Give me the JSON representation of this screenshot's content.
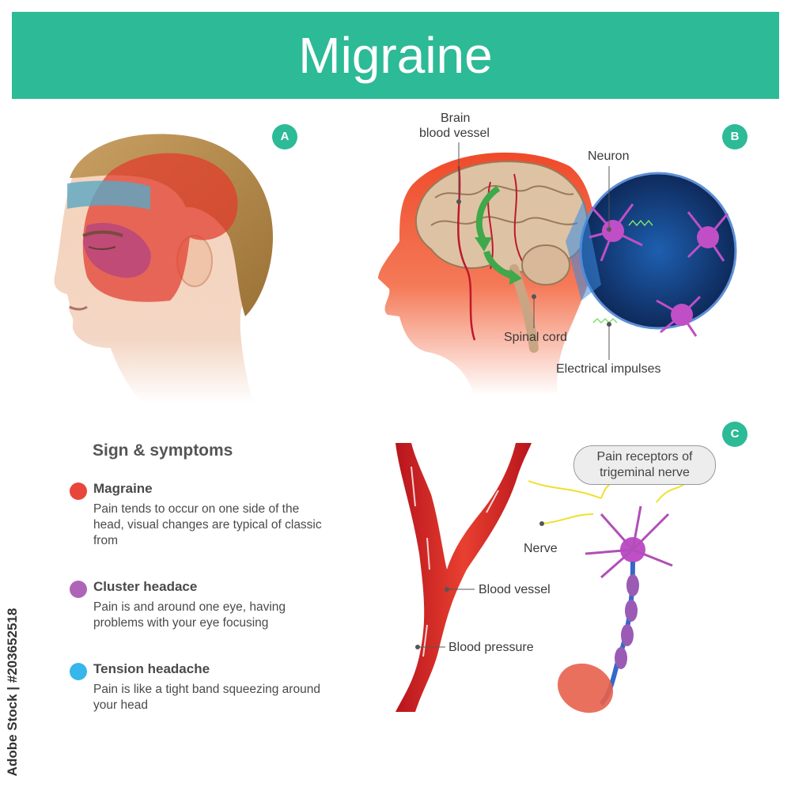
{
  "header": {
    "title": "Migraine",
    "accent_color": "#2dba96"
  },
  "panels": {
    "a_badge": "A",
    "b_badge": "B",
    "c_badge": "C"
  },
  "panel_b": {
    "brain_vessel_label_line1": "Brain",
    "brain_vessel_label_line2": "blood vessel",
    "neuron_label": "Neuron",
    "spinal_cord_label": "Spinal cord",
    "electrical_impulses_label": "Electrical impulses"
  },
  "panel_c": {
    "pain_receptors_line1": "Pain receptors of",
    "pain_receptors_line2": "trigeminal nerve",
    "nerve_label": "Nerve",
    "blood_vessel_label": "Blood vessel",
    "blood_pressure_label": "Blood pressure"
  },
  "symptoms": {
    "heading": "Sign & symptoms",
    "items": [
      {
        "name": "Magraine",
        "color": "#e8463a",
        "description": "Pain tends to occur on one side of the head, visual changes are typical of classic from"
      },
      {
        "name": "Cluster headace",
        "color": "#b064b8",
        "description": "Pain is and around one eye, having problems with your eye focusing"
      },
      {
        "name": "Tension headache",
        "color": "#36b6ea",
        "description": "Pain is like a tight band squeezing around your head"
      }
    ]
  },
  "credit": "Adobe Stock | #203652518"
}
